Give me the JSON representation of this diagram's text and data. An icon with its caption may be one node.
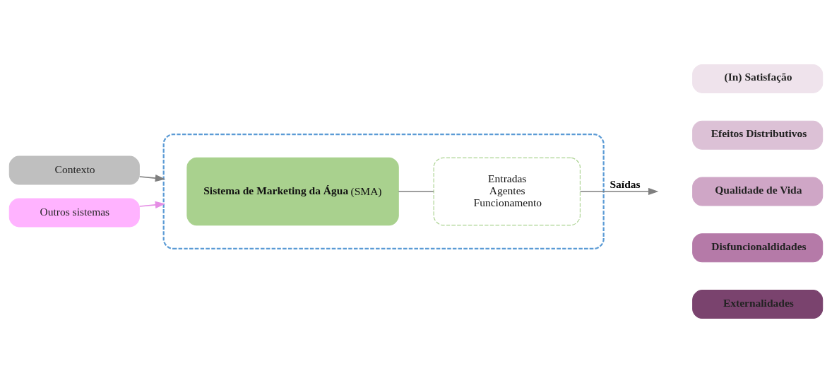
{
  "diagram": {
    "nodes": [
      {
        "text": [
          "Contexto"
        ]
      },
      {
        "text": [],
        "shape": "box"
      },
      {
        "text": [
          "**Sistema de Marketing da Água** (SMA)"
        ],
        "in": 1
      },
      {
        "text": [
          "Entradas",
          "Agentes",
          "Funcionamento"
        ],
        "in": 1
      },
      {
        "text": [
          "Outros sistemas"
        ]
      },
      {
        "text": [
          "(In) Satisfação"
        ]
      },
      {
        "text": [
          "Efeitos Distributivos"
        ]
      },
      {
        "text": [
          "Qualidade de Vida"
        ]
      },
      {
        "text": [
          "Disfuncionaldidades"
        ]
      },
      {
        "text": [
          "Externalidades"
        ]
      }
    ],
    "edges": [
      {
        "from": 0,
        "to": 1,
        "arrow": "to"
      },
      {
        "from": 4,
        "to": 1,
        "arrow": "to",
        "color": "#e58ee5"
      },
      {
        "from": 2,
        "to": 3,
        "arrow": "none"
      },
      {
        "from": 3,
        "to": null,
        "arrow": "to",
        "label": "Saídas"
      }
    ]
  }
}
